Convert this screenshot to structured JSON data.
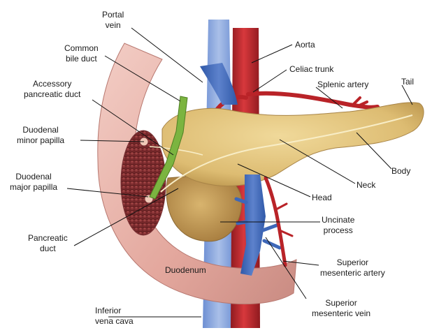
{
  "colors": {
    "aorta": "#c0282d",
    "vein": "#3e67b8",
    "pancreas": "#e2c57f",
    "duodenum": "#e8b4ab",
    "bile_duct": "#7bb440"
  },
  "labels": {
    "portal_vein": [
      "Portal",
      "vein"
    ],
    "common_bile_duct": [
      "Common",
      "bile duct"
    ],
    "aorta": "Aorta",
    "celiac_trunk": "Celiac trunk",
    "splenic_artery": "Splenic artery",
    "tail": "Tail",
    "accessory_pancreatic_duct": [
      "Accessory",
      "pancreatic duct"
    ],
    "duodenal_minor_papilla": [
      "Duodenal",
      "minor papilla"
    ],
    "body": "Body",
    "duodenal_major_papilla": [
      "Duodenal",
      "major papilla"
    ],
    "neck": "Neck",
    "head": "Head",
    "uncinate_process": [
      "Uncinate",
      "process"
    ],
    "pancreatic_duct": [
      "Pancreatic",
      "duct"
    ],
    "duodenum": "Duodenum",
    "superior_mesenteric_artery": [
      "Superior",
      "mesenteric artery"
    ],
    "inferior_vena_cava": [
      "Inferior",
      "vena cava"
    ],
    "superior_mesenteric_vein": [
      "Superior",
      "mesenteric vein"
    ]
  }
}
